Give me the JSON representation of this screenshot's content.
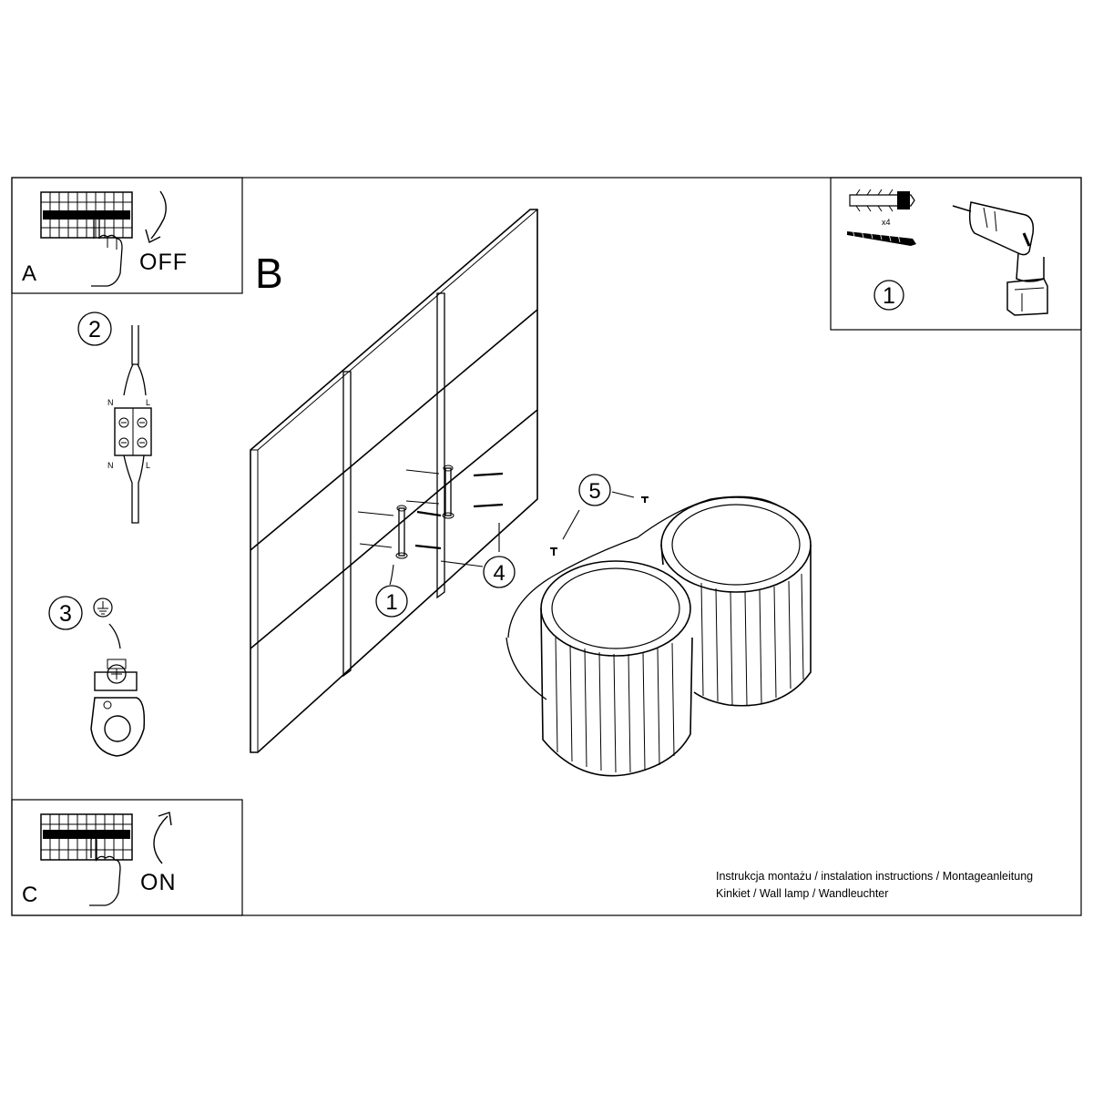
{
  "panels": {
    "a": {
      "letter": "A",
      "action": "OFF"
    },
    "b": {
      "letter": "B"
    },
    "c": {
      "letter": "C",
      "action": "ON"
    }
  },
  "steps": {
    "tools": {
      "number": "1",
      "quantity": "x4"
    },
    "wiring": {
      "number": "2",
      "neutral": "N",
      "live": "L"
    },
    "ground": {
      "number": "3"
    },
    "mount": {
      "bracket_number": "1",
      "screws_number": "4",
      "grub_number": "5"
    }
  },
  "caption": {
    "line1": "Instrukcja montażu / instalation instructions / Montageanleitung",
    "line2": "Kinkiet / Wall lamp / Wandleuchter"
  },
  "colors": {
    "line": "#000000",
    "background": "#ffffff"
  }
}
